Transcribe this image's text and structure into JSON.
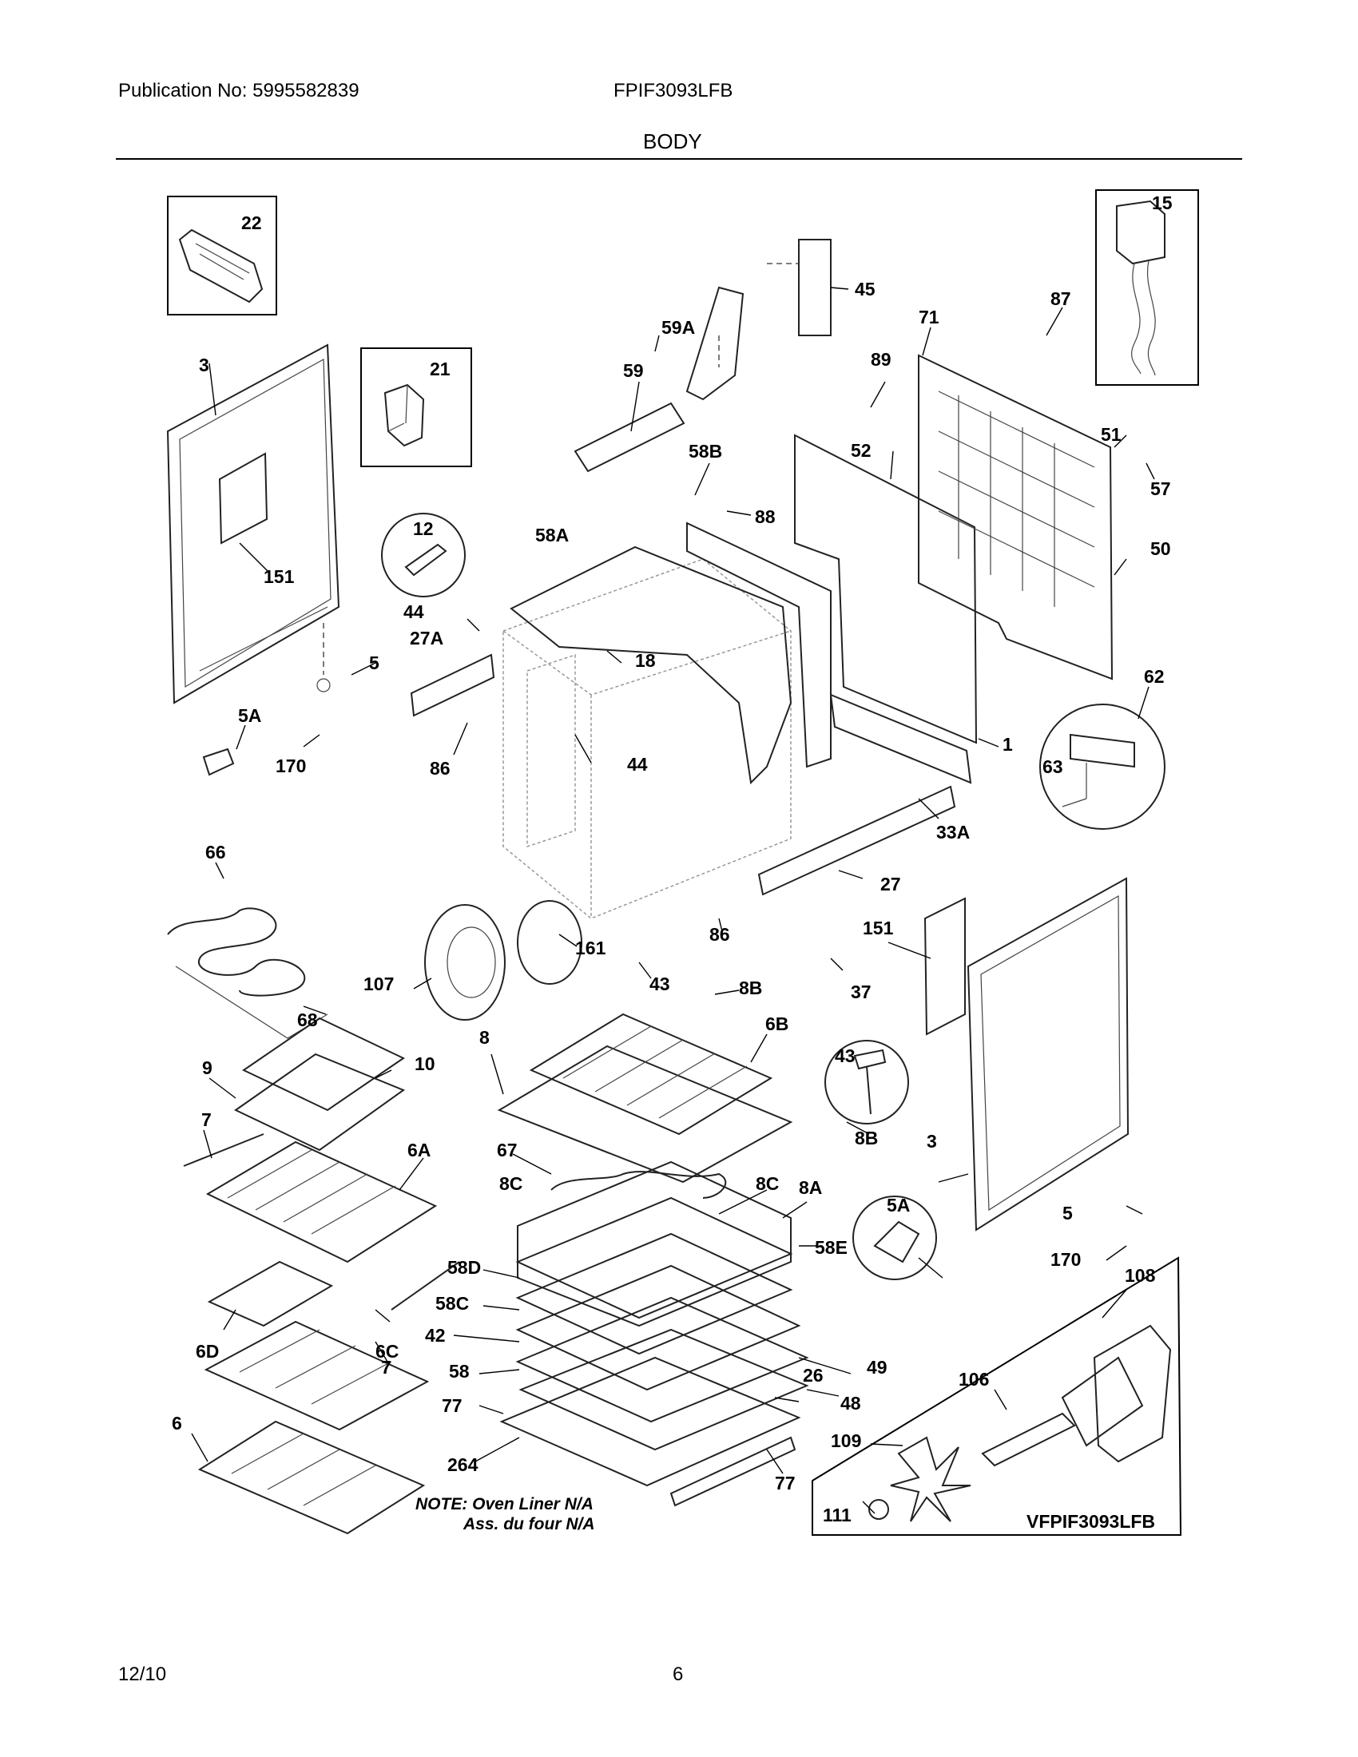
{
  "header": {
    "publication": "Publication No: 5995582839",
    "model": "FPIF3093LFB",
    "section": "BODY"
  },
  "footer": {
    "date": "12/10",
    "page": "6"
  },
  "callouts": {
    "p1": "1",
    "p3": "3",
    "p5": "5",
    "p5A": "5A",
    "p6": "6",
    "p6A": "6A",
    "p6B": "6B",
    "p6C": "6C",
    "p6D": "6D",
    "p7": "7",
    "p8": "8",
    "p8A": "8A",
    "p8B": "8B",
    "p8C": "8C",
    "p9": "9",
    "p10": "10",
    "p12": "12",
    "p15": "15",
    "p18": "18",
    "p21": "21",
    "p22": "22",
    "p26": "26",
    "p27": "27",
    "p27A": "27A",
    "p33A": "33A",
    "p37": "37",
    "p42": "42",
    "p43": "43",
    "p44": "44",
    "p45": "45",
    "p48": "48",
    "p49": "49",
    "p50": "50",
    "p51": "51",
    "p52": "52",
    "p57": "57",
    "p58": "58",
    "p58A": "58A",
    "p58B": "58B",
    "p58C": "58C",
    "p58D": "58D",
    "p58E": "58E",
    "p59": "59",
    "p59A": "59A",
    "p62": "62",
    "p63": "63",
    "p66": "66",
    "p67": "67",
    "p68": "68",
    "p71": "71",
    "p77": "77",
    "p86": "86",
    "p87": "87",
    "p88": "88",
    "p89": "89",
    "p106": "106",
    "p107": "107",
    "p108": "108",
    "p109": "109",
    "p111": "111",
    "p151": "151",
    "p161": "161",
    "p170": "170",
    "p264": "264"
  },
  "note": {
    "line1": "NOTE: Oven Liner N/A",
    "line2": "Ass. du four N/A"
  },
  "inset_model": "VFPIF3093LFB"
}
